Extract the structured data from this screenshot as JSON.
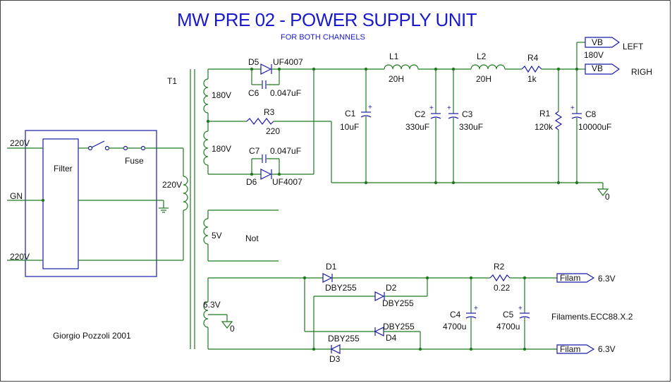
{
  "title": "MW PRE 02 - POWER SUPPLY UNIT",
  "subtitle": "FOR BOTH CHANNELS",
  "author": "Giorgio Pozzoli 2001",
  "transformer": "T1",
  "mains": {
    "top": "220V",
    "ground": "GN",
    "bottom": "220V"
  },
  "filter_label": "Filter",
  "fuse_label": "Fuse",
  "primary_voltage": "220V",
  "windings": {
    "w1": "180V",
    "w2": "180V",
    "w3": "5V",
    "w3_note": "Not",
    "w4": "6.3V"
  },
  "components": {
    "D5": "D5",
    "D5_part": "UF4007",
    "C6": "C6",
    "C6_val": "0.047uF",
    "R3": "R3",
    "R3_val": "220",
    "C7": "C7",
    "C7_val": "0.047uF",
    "D6": "D6",
    "D6_part": "UF4007",
    "C1": "C1",
    "C1_val": "10uF",
    "L1": "L1",
    "L1_val": "20H",
    "C2": "C2",
    "C2_val": "330uF",
    "C3": "C3",
    "C3_val": "330uF",
    "L2": "L2",
    "L2_val": "20H",
    "R4": "R4",
    "R4_val": "1k",
    "R1": "R1",
    "R1_val": "120k",
    "C8": "C8",
    "C8_val": "10000uF",
    "D1": "D1",
    "D1_part": "DBY255",
    "D2": "D2",
    "D2_part": "DBY255",
    "D3": "D3",
    "D3_part": "DBY255",
    "D4": "D4",
    "D4_part": "DBY255",
    "R2": "R2",
    "R2_val": "0.22",
    "C4": "C4",
    "C4_val": "4700u",
    "C5": "C5",
    "C5_val": "4700u"
  },
  "outputs": {
    "vb_left_tag": "VB",
    "vb_left_voltage": "180V",
    "vb_left_label": "LEFT",
    "vb_right_tag": "VB",
    "vb_right_label": "RIGH",
    "filam_top_tag": "Filam",
    "filam_top_voltage": "6.3V",
    "filam_bottom_tag": "Filam",
    "filam_bottom_voltage": "6.3V",
    "filaments_note": "Filaments.ECC88.X.2"
  },
  "ground_labels": {
    "hv": "0",
    "lv": "0"
  }
}
